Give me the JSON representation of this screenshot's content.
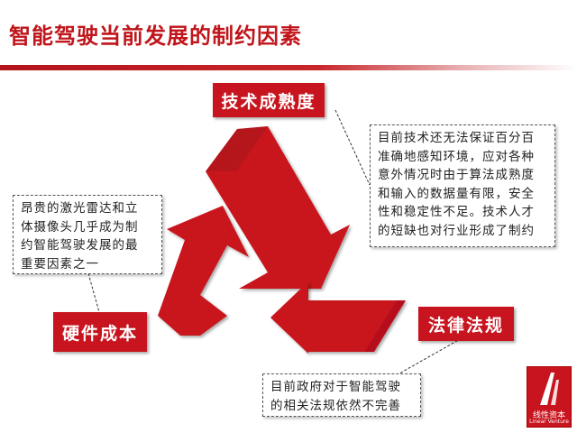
{
  "title": "智能驾驶当前发展的制约因素",
  "labels": {
    "maturity": "技术成熟度",
    "hardware": "硬件成本",
    "law": "法律法规"
  },
  "notes": {
    "maturity": [
      "目前技术还无法保证百分百",
      "准确地感知环境，应对各种",
      "意外情况时由于算法成熟度",
      "和输入的数据量有限，安全",
      "性和稳定性不足。技术人才",
      "的短缺也对行业形成了制约"
    ],
    "hardware": [
      "昂贵的激光雷达和立",
      "体摄像头几乎成为制",
      "约智能驾驶发展的最",
      "重要因素之一"
    ],
    "law": [
      "目前政府对于智能驾驶",
      "的相关法规依然不完善"
    ]
  },
  "logo": {
    "cn": "线性资本",
    "en": "Linear Venture"
  },
  "colors": {
    "accent": "#c8141e",
    "arrow": "#c8141e",
    "title": "#c0151b"
  }
}
